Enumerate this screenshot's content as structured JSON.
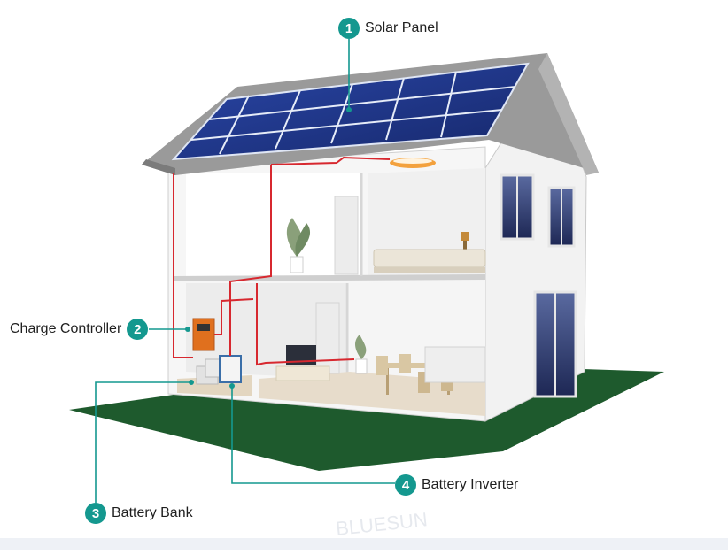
{
  "callouts": [
    {
      "number": "1",
      "label": "Solar Panel"
    },
    {
      "number": "2",
      "label": "Charge Controller"
    },
    {
      "number": "3",
      "label": "Battery Bank"
    },
    {
      "number": "4",
      "label": "Battery Inverter"
    }
  ],
  "watermark": "BLUESUN",
  "colors": {
    "accent": "#14988f",
    "wire": "#d7282f",
    "grass": "#1e5a2d",
    "panel": "#1f3580",
    "roof": "#8a8a8a"
  }
}
